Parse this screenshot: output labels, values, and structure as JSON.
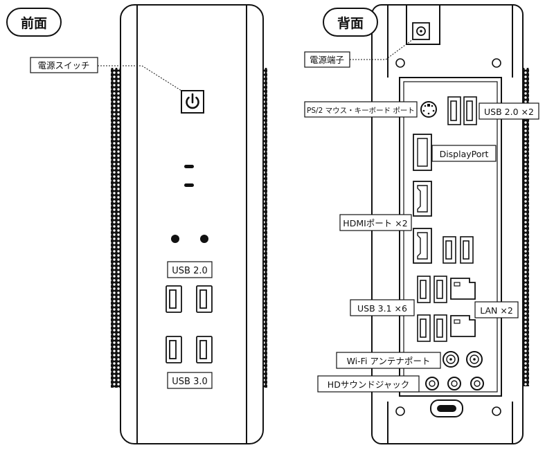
{
  "front": {
    "title": "前面",
    "labels": {
      "power_switch": "電源スイッチ",
      "usb_top": "USB 2.0",
      "usb_bottom": "USB 3.0"
    }
  },
  "back": {
    "title": "背面",
    "labels": {
      "power_terminal": "電源端子",
      "ps2": "PS/2 マウス・キーボード ポート",
      "usb20": "USB 2.0 ×2",
      "displayport": "DisplayPort",
      "hdmi": "HDMIポート ×2",
      "usb31": "USB 3.1 ×6",
      "lan": "LAN ×2",
      "wifi": "Wi-Fi アンテナポート",
      "audio": "HDサウンドジャック"
    }
  },
  "colors": {
    "line": "#111111",
    "background": "#ffffff",
    "label_fill": "#ffffff"
  },
  "icons": {
    "power": "power-icon"
  }
}
